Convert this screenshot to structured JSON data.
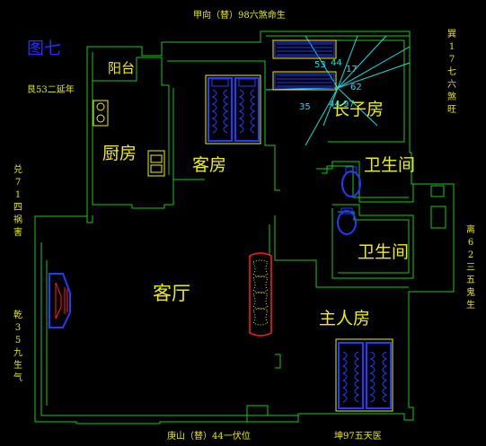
{
  "figure_label": "图七",
  "edges": {
    "top": "甲向（替）98六煞命生",
    "bottom_left": "庚山（替）44一伏位",
    "bottom_right": "坤97五天医",
    "left_note": "艮53二延年",
    "left_upper": "兑71四祸害",
    "left_lower": "乾35九生气",
    "right_upper": "巽17七六煞旺",
    "right_lower": "离62三五鬼生"
  },
  "rooms": {
    "balcony": "阳台",
    "kitchen": "厨房",
    "guest_room": "客房",
    "kids_room": "长子房",
    "bath_1": "卫生间",
    "bath_2": "卫生间",
    "living_room": "客厅",
    "master_room": "主人房"
  },
  "compass_numbers": {
    "n53": "53",
    "n44_1": "44",
    "n17": "17",
    "n62": "62",
    "n35": "35",
    "n44_2": "44",
    "n97": "97"
  },
  "colors": {
    "wall": "#19c919",
    "text": "#f0f000",
    "furniture": "#1f3dff",
    "compass": "#10e0e0",
    "accent_red": "#ff2020"
  }
}
